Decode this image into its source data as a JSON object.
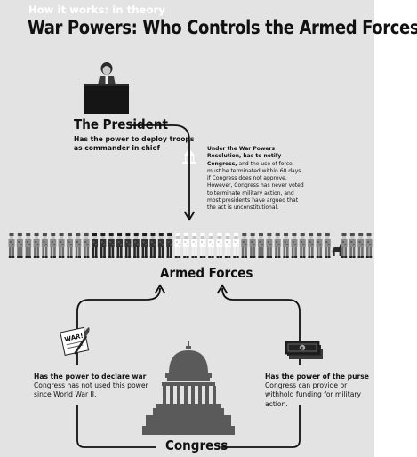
{
  "header": {
    "kicker_prefix": "How it works:",
    "kicker_suffix": "in theory",
    "title": "War Powers: Who Controls the Armed Forces?"
  },
  "president": {
    "heading": "The President",
    "description": "Has the power to deploy troops as commander in chief"
  },
  "war_powers_note": {
    "lead": "Under the War Powers Resolution, has to notify Congress,",
    "body": " and the use of force must be terminated within 60 days if Congress does not approve. However, Congress has never voted to terminate military action, and most presidents have argued that the act is unconstitutional."
  },
  "armed_forces": {
    "heading": "Armed Forces"
  },
  "declare_war": {
    "heading": "Has the power to declare war",
    "body": "Congress has not used this power since World War II.",
    "paper_text": "WAR!"
  },
  "purse": {
    "heading": "Has the power of the purse",
    "body": "Congress can provide or withhold funding for military action."
  },
  "congress": {
    "heading": "Congress"
  },
  "colors": {
    "background": "#e3e3e3",
    "arrow": "#111111",
    "capitol": "#5a5a5a"
  },
  "soldier_types": [
    "camo",
    "camo",
    "camo",
    "camo",
    "camo",
    "camo",
    "camo",
    "camo",
    "camo",
    "camo",
    "navy",
    "navy",
    "navy",
    "navy",
    "navy",
    "navy",
    "navy",
    "navy",
    "navy",
    "navy",
    "white",
    "white",
    "white",
    "white",
    "white",
    "white",
    "white",
    "white",
    "camo",
    "camo",
    "camo",
    "camo",
    "camo",
    "camo",
    "camo",
    "camo",
    "camo",
    "camo",
    "camo",
    "dog",
    "camo",
    "camo",
    "camo",
    "camo"
  ]
}
